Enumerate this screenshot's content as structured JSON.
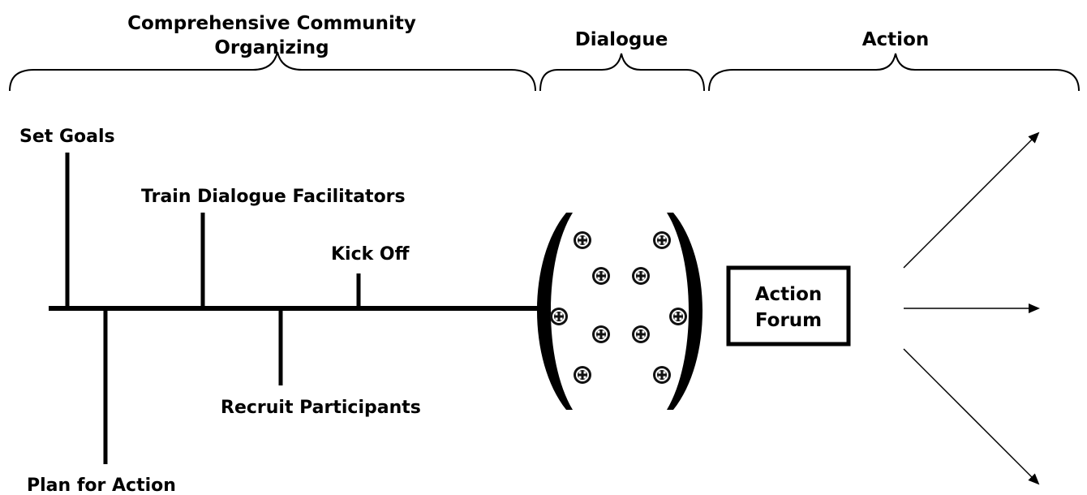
{
  "phases": {
    "organizing_line1": "Comprehensive Community",
    "organizing_line2": "Organizing",
    "dialogue": "Dialogue",
    "action": "Action"
  },
  "steps": {
    "set_goals": "Set Goals",
    "plan_for_action": "Plan for Action",
    "train_facilitators": "Train Dialogue Facilitators",
    "recruit_participants": "Recruit Participants",
    "kick_off": "Kick Off"
  },
  "action_forum": {
    "line1": "Action",
    "line2": "Forum"
  },
  "colors": {
    "ink": "#000000",
    "background": "#ffffff"
  },
  "icons": {
    "participant": "participant-icon",
    "brace": "curly-brace",
    "arrow": "arrow-icon"
  }
}
